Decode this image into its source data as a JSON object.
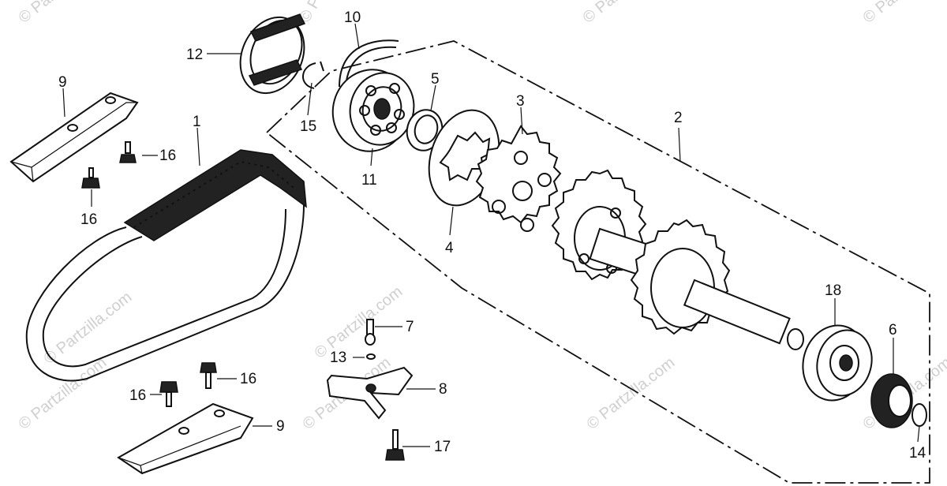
{
  "callouts": [
    {
      "id": "n1",
      "text": "1"
    },
    {
      "id": "n2",
      "text": "2"
    },
    {
      "id": "n3",
      "text": "3"
    },
    {
      "id": "n4",
      "text": "4"
    },
    {
      "id": "n5",
      "text": "5"
    },
    {
      "id": "n6",
      "text": "6"
    },
    {
      "id": "n7",
      "text": "7"
    },
    {
      "id": "n8",
      "text": "8"
    },
    {
      "id": "n9a",
      "text": "9"
    },
    {
      "id": "n9b",
      "text": "9"
    },
    {
      "id": "n10",
      "text": "10"
    },
    {
      "id": "n11",
      "text": "11"
    },
    {
      "id": "n12",
      "text": "12"
    },
    {
      "id": "n13",
      "text": "13"
    },
    {
      "id": "n14",
      "text": "14"
    },
    {
      "id": "n15",
      "text": "15"
    },
    {
      "id": "n16a",
      "text": "16"
    },
    {
      "id": "n16b",
      "text": "16"
    },
    {
      "id": "n16c",
      "text": "16"
    },
    {
      "id": "n16d",
      "text": "16"
    },
    {
      "id": "n17",
      "text": "17"
    },
    {
      "id": "n18",
      "text": "18"
    }
  ],
  "watermark": "© Partzilla.com"
}
